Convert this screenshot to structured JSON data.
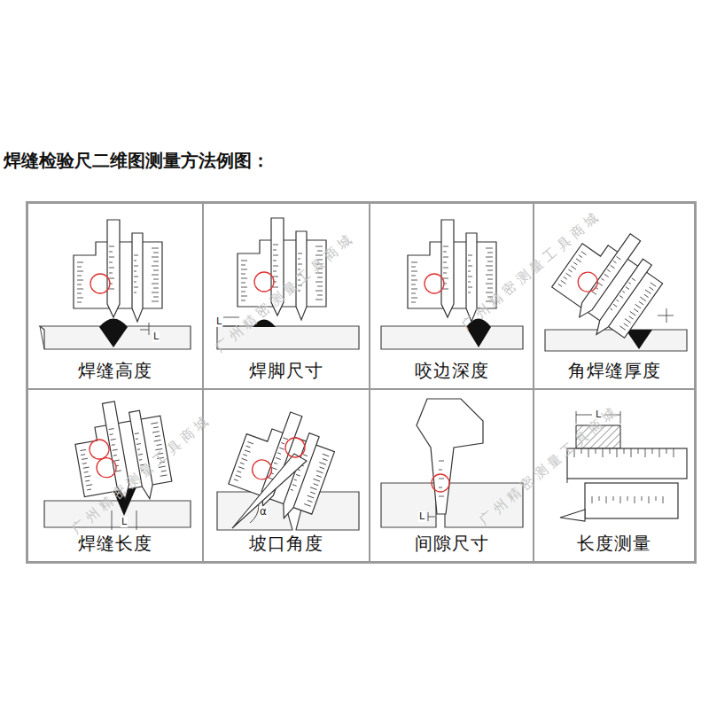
{
  "diagram": {
    "title": "焊缝检验尺二维图测量方法例图：",
    "nodes": [
      {
        "text": [
          "焊缝高度"
        ]
      },
      {
        "text": [
          "焊脚尺寸"
        ]
      },
      {
        "text": [
          "咬边深度"
        ]
      },
      {
        "text": [
          "角焊缝厚度"
        ]
      },
      {
        "text": [
          "焊缝长度"
        ]
      },
      {
        "text": [
          "坡口角度"
        ]
      },
      {
        "text": [
          "间隙尺寸"
        ]
      },
      {
        "text": [
          "长度测量"
        ]
      }
    ],
    "labels": [
      "L",
      "L",
      "L",
      "α",
      "L",
      "L",
      "广州精密测量工具商城",
      "广州精密测量工具商城",
      "广州精密测量工具商城",
      "广州精密测量工具商城"
    ]
  }
}
